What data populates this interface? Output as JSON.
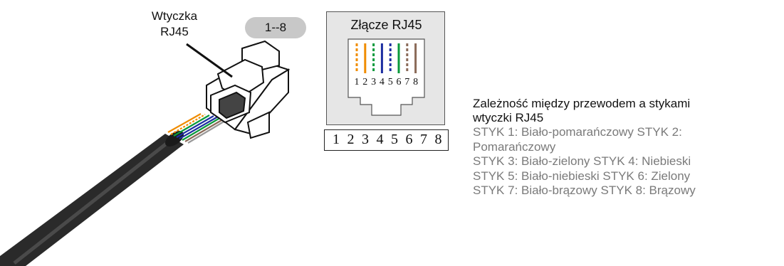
{
  "plug_label": [
    "Wtyczka",
    "RJ45"
  ],
  "pin_range": "1--8",
  "socket": {
    "title": "Złącze RJ45",
    "pins": [
      {
        "number": "1",
        "color": "#f08c00",
        "striped": true
      },
      {
        "number": "2",
        "color": "#f08c00",
        "striped": false
      },
      {
        "number": "3",
        "color": "#0a9a3c",
        "striped": true
      },
      {
        "number": "4",
        "color": "#1c2ea0",
        "striped": false
      },
      {
        "number": "5",
        "color": "#1c2ea0",
        "striped": true
      },
      {
        "number": "6",
        "color": "#0a9a3c",
        "striped": false
      },
      {
        "number": "7",
        "color": "#8a6a58",
        "striped": true
      },
      {
        "number": "8",
        "color": "#8a6a58",
        "striped": false
      }
    ]
  },
  "pin_strip": [
    "1",
    "2",
    "3",
    "4",
    "5",
    "6",
    "7",
    "8"
  ],
  "wiring": {
    "title_lines": [
      "Zależność między przewodem a stykami",
      "wtyczki RJ45"
    ],
    "lines": [
      "STYK 1: Biało-pomarańczowy STYK 2:",
      "Pomarańczowy",
      "STYK 3: Biało-zielony    STYK 4: Niebieski",
      "STYK 5: Biało-niebieski      STYK 6: Zielony",
      "STYK 7: Biało-brązowy  STYK 8: Brązowy"
    ]
  },
  "cable_wire_colors": [
    "#f08c00",
    "#0a9a3c",
    "#1c2ea0",
    "#8a6a58",
    "#9a9a9a"
  ]
}
